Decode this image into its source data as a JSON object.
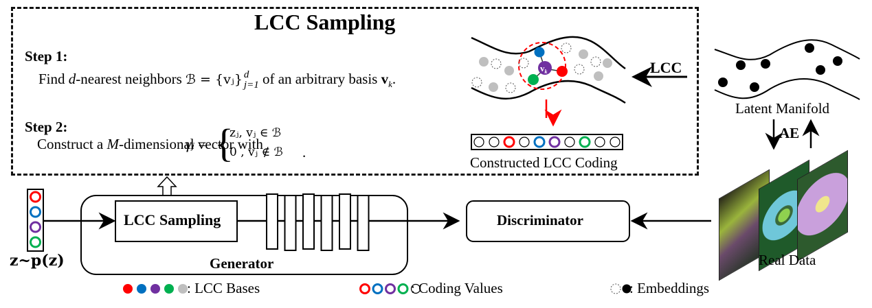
{
  "title": "LCC Sampling",
  "steps": [
    {
      "label": "Step 1:",
      "text_pre": "Find ",
      "var_d": "d",
      "text_mid": "-nearest neighbors ",
      "formula": "ℬ = {vⱼ}",
      "sup": "d",
      "sub": "j=1",
      "text_post": " of an arbitrary basis ",
      "basis": "v",
      "basis_sub": "k",
      "end": "."
    },
    {
      "label": "Step 2:",
      "text_pre": "Construct a ",
      "var_M": "M",
      "text_mid": "-dimensional vector with ",
      "gamma": "γⱼ =",
      "case1": "zⱼ, vⱼ ∈ ℬ",
      "case2": "0 , vⱼ ∉ ℬ",
      "end": "."
    }
  ],
  "manifold_sampling": {
    "center_label": "v",
    "center_sub": "k",
    "arrow_label": "LCC"
  },
  "coding": {
    "label": "Constructed LCC Coding",
    "slots": [
      "empty",
      "empty",
      "red",
      "empty",
      "blue",
      "purple",
      "empty",
      "green",
      "empty",
      "empty"
    ]
  },
  "latent": {
    "label": "Latent Manifold",
    "ae_label": "AE"
  },
  "real_data": {
    "label": "Real Data"
  },
  "pipeline": {
    "z_label": "z~p(z)",
    "z_slots": [
      "red",
      "blue",
      "purple",
      "green"
    ],
    "generator_label": "Generator",
    "lcc_block_label": "LCC Sampling",
    "layer_count": 6,
    "discriminator_label": "Discriminator"
  },
  "legend": [
    {
      "name": "lcc-bases",
      "text": ": LCC Bases",
      "marks": [
        "red",
        "blue",
        "purple",
        "green",
        "gray"
      ],
      "style": "filled"
    },
    {
      "name": "coding-values",
      "text": ": Coding Values",
      "marks": [
        "red",
        "blue",
        "purple",
        "green",
        "black"
      ],
      "style": "ring"
    },
    {
      "name": "embeddings",
      "text": ": Embeddings",
      "marks": [
        "dashed",
        "black"
      ],
      "style": "mixed"
    }
  ],
  "colors": {
    "red": "#ff0000",
    "blue": "#0070c0",
    "purple": "#7030a0",
    "green": "#00b050",
    "gray": "#bfbfbf",
    "black": "#000000",
    "dashed_red": "#ff0000"
  }
}
